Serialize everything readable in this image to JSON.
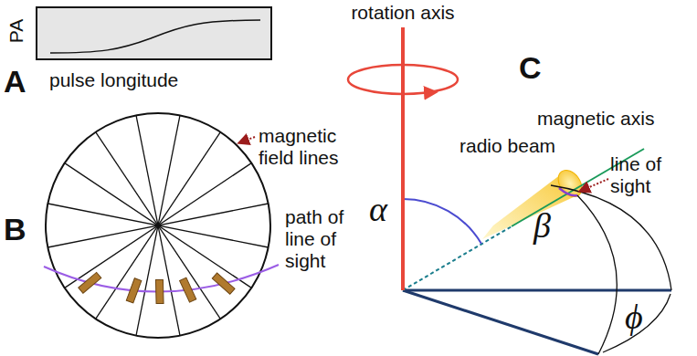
{
  "diagram": {
    "labels": [
      "PA",
      "A",
      "pulse longitude",
      "B",
      "magnetic field lines",
      "path of line of sight",
      "rotation axis",
      "C",
      "magnetic axis",
      "radio beam",
      "line of sight",
      "α",
      "β",
      "ϕ"
    ]
  }
}
